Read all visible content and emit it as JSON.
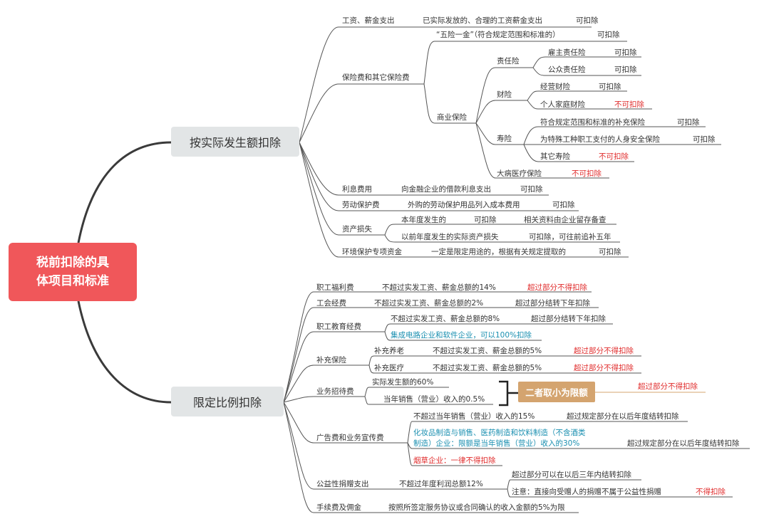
{
  "root": {
    "line1": "税前扣除的具",
    "line2": "体项目和标准"
  },
  "cat1": "按实际发生额扣除",
  "cat2": "限定比例扣除",
  "b1": {
    "wage": {
      "label": "工资、薪金支出",
      "detail": "已实际发放的、合理的工资薪金支出",
      "result": "可扣除"
    },
    "ins": {
      "label": "保险费和其它保险费",
      "wuxian": "“五险一金”（符合规定范围和标准的）",
      "wuxian_result": "可扣除",
      "commercial": "商业保险",
      "liability": "责任险",
      "employer": "雇主责任险",
      "employer_result": "可扣除",
      "public": "公众责任险",
      "public_result": "可扣除",
      "property": "财险",
      "business_prop": "经营财险",
      "business_prop_result": "可扣除",
      "personal_prop": "个人家庭财险",
      "personal_prop_result": "不可扣除",
      "life": "寿险",
      "supplement": "符合规定范围和标准的补充保险",
      "supplement_result": "可扣除",
      "special": "为特殊工种职工支付的人身安全保险",
      "special_result": "可扣除",
      "other_life": "其它寿险",
      "other_life_result": "不可扣除",
      "major": "大病医疗保险",
      "major_result": "不可扣除"
    },
    "interest": {
      "label": "利息费用",
      "detail": "向金融企业的借款利息支出",
      "result": "可扣除"
    },
    "labor": {
      "label": "劳动保护费",
      "detail": "外购的劳动保护用品列入成本费用",
      "result": "可扣除"
    },
    "asset": {
      "label": "资产损失",
      "cur": "本年度发生的",
      "cur_result": "可扣除",
      "cur_note": "相关资料由企业留存备查",
      "prev": "以前年度发生的实际资产损失",
      "prev_result": "可扣除，可往前追补五年"
    },
    "env": {
      "label": "环境保护专项资金",
      "detail": "一定是限定用途的，根据有关规定提取的",
      "result": "可扣除"
    }
  },
  "b2": {
    "welfare": {
      "label": "职工福利费",
      "detail": "不超过实发工资、薪金总额的14%",
      "result": "超过部分不得扣除"
    },
    "union": {
      "label": "工会经费",
      "detail": "不超过实发工资、薪金总额的2%",
      "result": "超过部分结转下年扣除"
    },
    "edu": {
      "label": "职工教育经费",
      "detail": "不超过实发工资、薪金总额的8%",
      "result": "超过部分结转下年扣除",
      "special": "集成电路企业和软件企业，可以100%扣除"
    },
    "supp": {
      "label": "补充保险",
      "pension": "补充养老",
      "pension_detail": "不超过实发工资、薪金总额的5%",
      "pension_result": "超过部分不得扣除",
      "medical": "补充医疗",
      "medical_detail": "不超过实发工资、薪金总额的5%",
      "medical_result": "超过部分不得扣除"
    },
    "ent": {
      "label": "业务招待费",
      "a": "实际发生额的60%",
      "b": "当年销售（营业）收入的0.5%",
      "box": "二者取小为限额",
      "result": "超过部分不得扣除"
    },
    "adv": {
      "label": "广告费和业务宣传费",
      "a": "不超过当年销售（营业）收入的15%",
      "a_result": "超过规定部分在以后年度结转扣除",
      "b1": "化妆品制造与销售、医药制造和饮料制造（不含酒类",
      "b2": "制造）企业：限额是当年销售（营业）收入的30%",
      "b_result": "超过规定部分在以后年度结转扣除",
      "c": "烟草企业：一律不得扣除"
    },
    "charity": {
      "label": "公益性捐赠支出",
      "detail": "不超过年度利润总额12%",
      "a": "超过部分可以在以后三年内结转扣除",
      "b": "注意：直接向受赠人的捐赠不属于公益性捐赠",
      "b_result": "不得扣除"
    },
    "fee": {
      "label": "手续费及佣金",
      "detail": "按照所签定服务协议或合同确认的收入金额的5%为限"
    }
  }
}
